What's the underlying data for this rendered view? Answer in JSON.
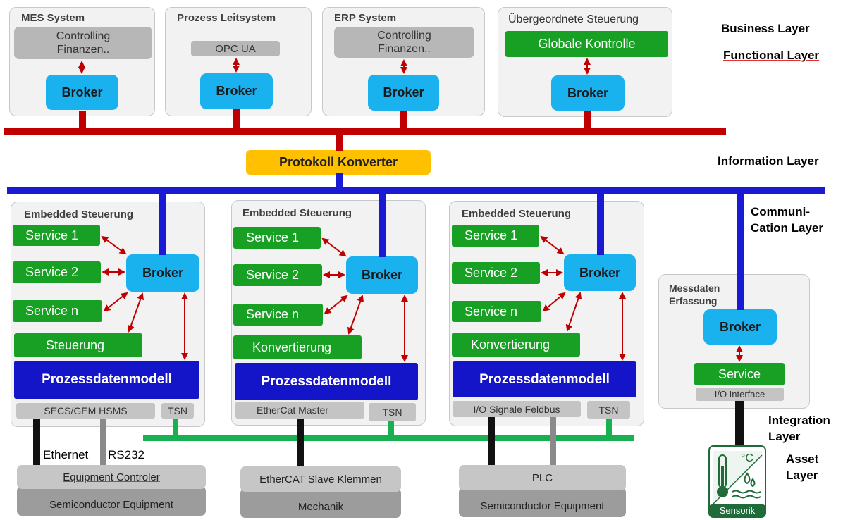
{
  "top_systems": [
    {
      "title": "MES System",
      "box": "Controlling Finanzen..",
      "broker": "Broker"
    },
    {
      "title": "Prozess Leitsystem",
      "box": "OPC UA",
      "broker": "Broker"
    },
    {
      "title": "ERP System",
      "box": "Controlling Finanzen..",
      "broker": "Broker"
    },
    {
      "title": "Übergeordnete Steuerung",
      "box": "Globale Kontrolle",
      "broker": "Broker"
    }
  ],
  "protocol_converter": "Protokoll Konverter",
  "embedded": [
    {
      "title": "Embedded Steuerung",
      "services": [
        "Service 1",
        "Service 2",
        "Service n"
      ],
      "ctrl": "Steuerung",
      "broker": "Broker",
      "model": "Prozessdatenmodell",
      "iface": "SECS/GEM HSMS",
      "tsn": "TSN"
    },
    {
      "title": "Embedded Steuerung",
      "services": [
        "Service 1",
        "Service 2",
        "Service n"
      ],
      "ctrl": "Konvertierung",
      "broker": "Broker",
      "model": "Prozessdatenmodell",
      "iface": "EtherCat Master",
      "tsn": "TSN"
    },
    {
      "title": "Embedded Steuerung",
      "services": [
        "Service 1",
        "Service 2",
        "Service n"
      ],
      "ctrl": "Konvertierung",
      "broker": "Broker",
      "model": "Prozessdatenmodell",
      "iface": "I/O Signale Feldbus",
      "tsn": "TSN"
    }
  ],
  "messdaten": {
    "title_line1": "Messdaten",
    "title_line2": "Erfassung",
    "broker": "Broker",
    "service": "Service",
    "iface": "I/O Interface"
  },
  "links": {
    "ethernet": "Ethernet",
    "rs232": "RS232"
  },
  "bottom": [
    {
      "top": "Equipment Controler",
      "bottom": "Semiconductor Equipment"
    },
    {
      "top": "EtherCAT Slave Klemmen",
      "bottom": "Mechanik"
    },
    {
      "top": "PLC",
      "bottom": "Semiconductor Equipment"
    }
  ],
  "sensor_label": "Sensorik",
  "sensor_unit": "°C",
  "layers": {
    "business": "Business Layer",
    "functional": "Functional Layer",
    "information": "Information Layer",
    "communication_1": "Communi-",
    "communication_2": "Cation Layer",
    "integration_1": "Integration",
    "integration_2": "Layer",
    "asset_1": "Asset",
    "asset_2": "Layer"
  },
  "colors": {
    "red_bus": "#c00000",
    "blue_bus": "#1a1ad2",
    "green_bus": "#18b050",
    "broker": "#1ab1ef",
    "service": "#18a025",
    "model": "#1414c8",
    "converter": "#ffc000"
  }
}
